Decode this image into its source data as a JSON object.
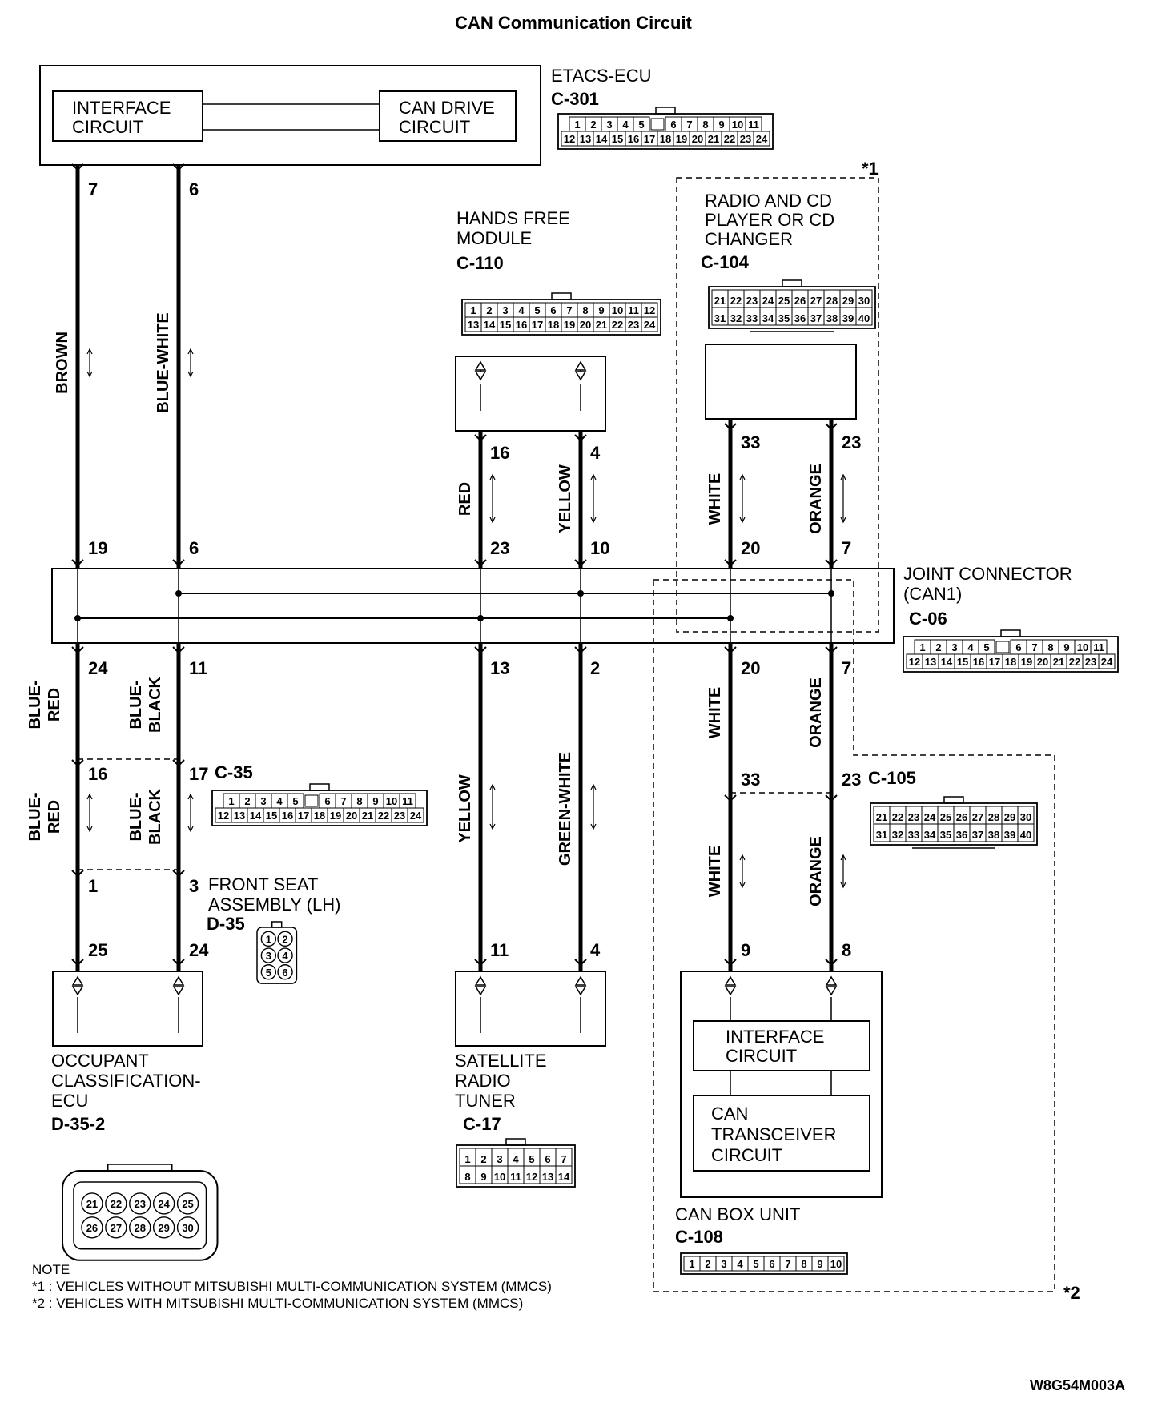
{
  "title": "CAN Communication Circuit",
  "figure_code": "W8G54M003A",
  "etacs": {
    "name": "ETACS-ECU",
    "connector": "C-301",
    "interface_circuit": [
      "INTERFACE",
      "CIRCUIT"
    ],
    "can_drive_circuit": [
      "CAN DRIVE",
      "CIRCUIT"
    ]
  },
  "hands_free": {
    "name": [
      "HANDS FREE",
      "MODULE"
    ],
    "connector": "C-110"
  },
  "radio": {
    "name": [
      "RADIO AND CD",
      "PLAYER OR CD",
      "CHANGER"
    ],
    "connector": "C-104"
  },
  "joint": {
    "name": [
      "JOINT CONNECTOR",
      "(CAN1)"
    ],
    "connector": "C-06"
  },
  "intermediate_connector": "C-35",
  "front_seat": {
    "name": [
      "FRONT SEAT",
      "ASSEMBLY (LH)"
    ],
    "connector": "D-35"
  },
  "occupant": {
    "name": [
      "OCCUPANT",
      "CLASSIFICATION-",
      "ECU"
    ],
    "connector": "D-35-2"
  },
  "satellite": {
    "name": [
      "SATELLITE",
      "RADIO",
      "TUNER"
    ],
    "connector": "C-17"
  },
  "can_box": {
    "name": "CAN BOX UNIT",
    "connector": "C-108",
    "interface_circuit": [
      "INTERFACE",
      "CIRCUIT"
    ],
    "transceiver_circuit": [
      "CAN",
      "TRANSCEIVER",
      "CIRCUIT"
    ]
  },
  "connector_c105": "C-105",
  "markers": {
    "m1": "*1",
    "m2": "*2"
  },
  "wire_colors": {
    "brown": "BROWN",
    "blue_white": "BLUE-WHITE",
    "red": "RED",
    "yellow": "YELLOW",
    "white": "WHITE",
    "orange": "ORANGE",
    "blue_red": [
      "BLUE-",
      "RED"
    ],
    "blue_black": [
      "BLUE-",
      "BLACK"
    ],
    "green_white": "GREEN-WHITE"
  },
  "pins": {
    "etacs": [
      "7",
      "6"
    ],
    "joint_top": [
      "19",
      "6",
      "23",
      "10",
      "20",
      "7"
    ],
    "joint_bottom": [
      "24",
      "11",
      "13",
      "2",
      "20",
      "7"
    ],
    "hands_free": [
      "16",
      "4"
    ],
    "radio": [
      "33",
      "23"
    ],
    "c35_top": [
      "16",
      "17"
    ],
    "c35_bottom": [
      "1",
      "3"
    ],
    "occupant": [
      "25",
      "24"
    ],
    "satellite": [
      "11",
      "4"
    ],
    "c105": [
      "33",
      "23"
    ],
    "can_box": [
      "9",
      "8"
    ]
  },
  "connector_faces": {
    "c301": [
      [
        "1",
        "2",
        "3",
        "4",
        "5",
        "",
        "6",
        "7",
        "8",
        "9",
        "10",
        "11"
      ],
      [
        "12",
        "13",
        "14",
        "15",
        "16",
        "17",
        "18",
        "19",
        "20",
        "21",
        "22",
        "23",
        "24"
      ]
    ],
    "c110": [
      [
        "1",
        "2",
        "3",
        "4",
        "5",
        "6",
        "7",
        "8",
        "9",
        "10",
        "11",
        "12"
      ],
      [
        "13",
        "14",
        "15",
        "16",
        "17",
        "18",
        "19",
        "20",
        "21",
        "22",
        "23",
        "24"
      ]
    ],
    "c104": [
      [
        "21",
        "22",
        "23",
        "24",
        "25",
        "26",
        "27",
        "28",
        "29",
        "30"
      ],
      [
        "31",
        "32",
        "33",
        "34",
        "35",
        "36",
        "37",
        "38",
        "39",
        "40"
      ]
    ],
    "c06": [
      [
        "1",
        "2",
        "3",
        "4",
        "5",
        "",
        "6",
        "7",
        "8",
        "9",
        "10",
        "11"
      ],
      [
        "12",
        "13",
        "14",
        "15",
        "16",
        "17",
        "18",
        "19",
        "20",
        "21",
        "22",
        "23",
        "24"
      ]
    ],
    "c35": [
      [
        "1",
        "2",
        "3",
        "4",
        "5",
        "",
        "6",
        "7",
        "8",
        "9",
        "10",
        "11"
      ],
      [
        "12",
        "13",
        "14",
        "15",
        "16",
        "17",
        "18",
        "19",
        "20",
        "21",
        "22",
        "23",
        "24"
      ]
    ],
    "c105": [
      [
        "21",
        "22",
        "23",
        "24",
        "25",
        "26",
        "27",
        "28",
        "29",
        "30"
      ],
      [
        "31",
        "32",
        "33",
        "34",
        "35",
        "36",
        "37",
        "38",
        "39",
        "40"
      ]
    ],
    "d35": [
      [
        "1",
        "2"
      ],
      [
        "3",
        "4"
      ],
      [
        "5",
        "6"
      ]
    ],
    "d352": [
      [
        "21",
        "22",
        "23",
        "24",
        "25"
      ],
      [
        "26",
        "27",
        "28",
        "29",
        "30"
      ]
    ],
    "c17": [
      [
        "1",
        "2",
        "3",
        "4",
        "5",
        "6",
        "7"
      ],
      [
        "8",
        "9",
        "10",
        "11",
        "12",
        "13",
        "14"
      ]
    ],
    "c108": [
      [
        "1",
        "2",
        "3",
        "4",
        "5",
        "6",
        "7",
        "8",
        "9",
        "10"
      ]
    ]
  },
  "notes": {
    "heading": "NOTE",
    "n1": "*1 : VEHICLES WITHOUT MITSUBISHI MULTI-COMMUNICATION SYSTEM (MMCS)",
    "n2": "*2 : VEHICLES WITH MITSUBISHI MULTI-COMMUNICATION SYSTEM (MMCS)"
  }
}
